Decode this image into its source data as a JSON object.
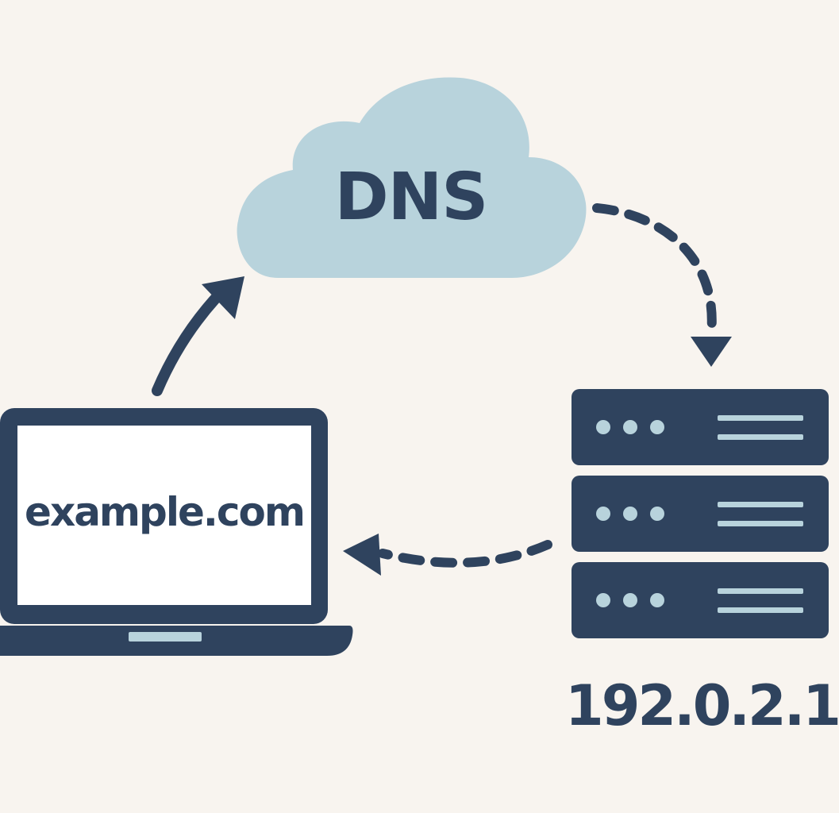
{
  "colors": {
    "background": "#f8f4ef",
    "dark": "#2f435e",
    "cloud": "#b8d3dc",
    "light_accent": "#b8d3dc",
    "screen": "#ffffff"
  },
  "cloud": {
    "icon": "cloud-icon",
    "label": "DNS"
  },
  "laptop": {
    "icon": "laptop-icon",
    "screen_text": "example.com"
  },
  "server": {
    "icon": "server-rack-icon",
    "unit_count": 3,
    "ip_address": "192.0.2.1"
  },
  "arrows": [
    {
      "name": "query-arrow",
      "style": "solid",
      "from": "laptop",
      "to": "cloud"
    },
    {
      "name": "lookup-arrow",
      "style": "dashed",
      "from": "cloud",
      "to": "server"
    },
    {
      "name": "response-arrow",
      "style": "dashed",
      "from": "server",
      "to": "laptop"
    }
  ]
}
